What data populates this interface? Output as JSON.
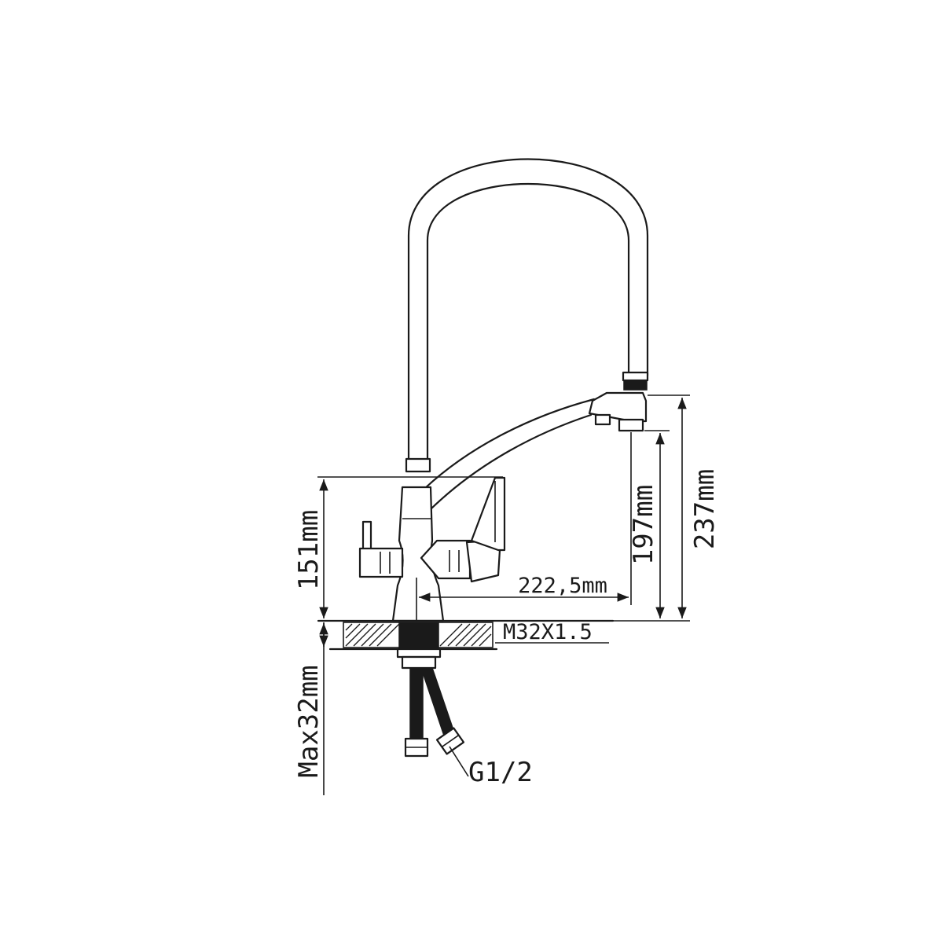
{
  "dimensions": {
    "body_height": "151mm",
    "spout_reach": "222,5mm",
    "outlet_height": "197mm",
    "total_height": "237mm",
    "thread": "M32X1.5",
    "max_deck": "Max32mm",
    "hose_thread": "G1/2"
  },
  "colors": {
    "line": "#1a1a1a",
    "background": "#ffffff"
  }
}
